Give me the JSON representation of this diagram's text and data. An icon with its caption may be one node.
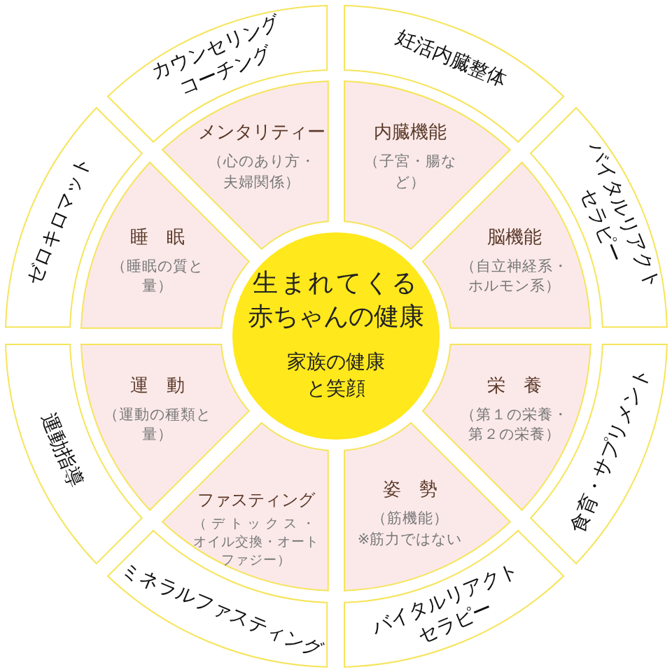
{
  "diagram": {
    "nodes": [
      {
        "text": [
          "生まれてくる赤ちゃんの健康",
          "家族の健康と笑顔"
        ]
      },
      {
        "text": [
          "メンタリティー",
          "（心のあり方・夫婦関係）"
        ]
      },
      {
        "text": [
          "内臓機能",
          "（子宮・腸など）"
        ]
      },
      {
        "text": [
          "脳機能",
          "（自立神経系・ホルモン系）"
        ]
      },
      {
        "text": [
          "栄　養",
          "（第１の栄養・第２の栄養）"
        ]
      },
      {
        "text": [
          "姿　勢",
          "（筋機能）",
          "※筋力ではない"
        ]
      },
      {
        "text": [
          "ファスティング",
          "（デトックス・オイル交換・オートファジー）"
        ]
      },
      {
        "text": [
          "運　動",
          "（運動の種類と量）"
        ]
      },
      {
        "text": [
          "睡　眠",
          "（睡眠の質と量）"
        ]
      },
      {
        "text": [
          "カウンセリングコーチング"
        ]
      },
      {
        "text": [
          "妊活内臓整体"
        ]
      },
      {
        "text": [
          "バイタルリアクトセラピー"
        ]
      },
      {
        "text": [
          "食育・サプリメント"
        ]
      },
      {
        "text": [
          "バイタルリアクトセラピー"
        ]
      },
      {
        "text": [
          "ミネラルファスティング"
        ]
      },
      {
        "text": [
          "運動指導"
        ]
      },
      {
        "text": [
          "ゼロキロマット"
        ]
      }
    ]
  }
}
